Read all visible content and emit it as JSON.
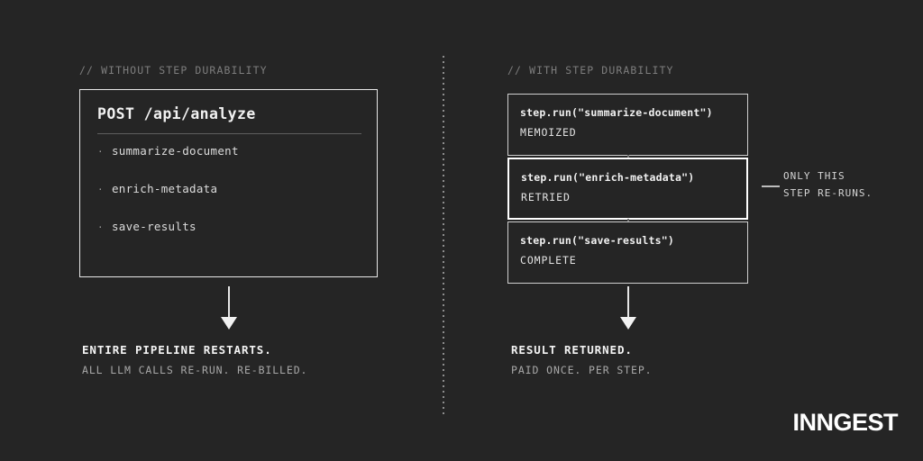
{
  "theme": {
    "background": "#252525",
    "text_primary": "#f2f2f2",
    "text_secondary": "#a8a8a8",
    "text_comment": "#7d7d7d",
    "border": "#e8e8e8",
    "highlight_border": "#ffffff"
  },
  "left_column": {
    "comment": "// WITHOUT STEP DURABILITY",
    "box": {
      "title": "POST /api/analyze",
      "items": [
        {
          "bullet": "·",
          "label": "summarize-document"
        },
        {
          "bullet": "·",
          "label": "enrich-metadata"
        },
        {
          "bullet": "·",
          "label": "save-results"
        }
      ]
    },
    "caption": {
      "primary": "ENTIRE PIPELINE RESTARTS.",
      "secondary": "ALL LLM CALLS RE-RUN. RE-BILLED."
    }
  },
  "right_column": {
    "comment": "// WITH STEP DURABILITY",
    "steps": [
      {
        "call": "step.run(\"summarize-document\")",
        "status": "MEMOIZED",
        "highlighted": false
      },
      {
        "call": "step.run(\"enrich-metadata\")",
        "status": "RETRIED",
        "highlighted": true
      },
      {
        "call": "step.run(\"save-results\")",
        "status": "COMPLETE",
        "highlighted": false
      }
    ],
    "callout": {
      "line1": "ONLY THIS",
      "line2": "STEP RE-RUNS."
    },
    "caption": {
      "primary": "RESULT RETURNED.",
      "secondary": "PAID ONCE. PER STEP."
    }
  },
  "brand": {
    "logo": "INNGEST"
  }
}
